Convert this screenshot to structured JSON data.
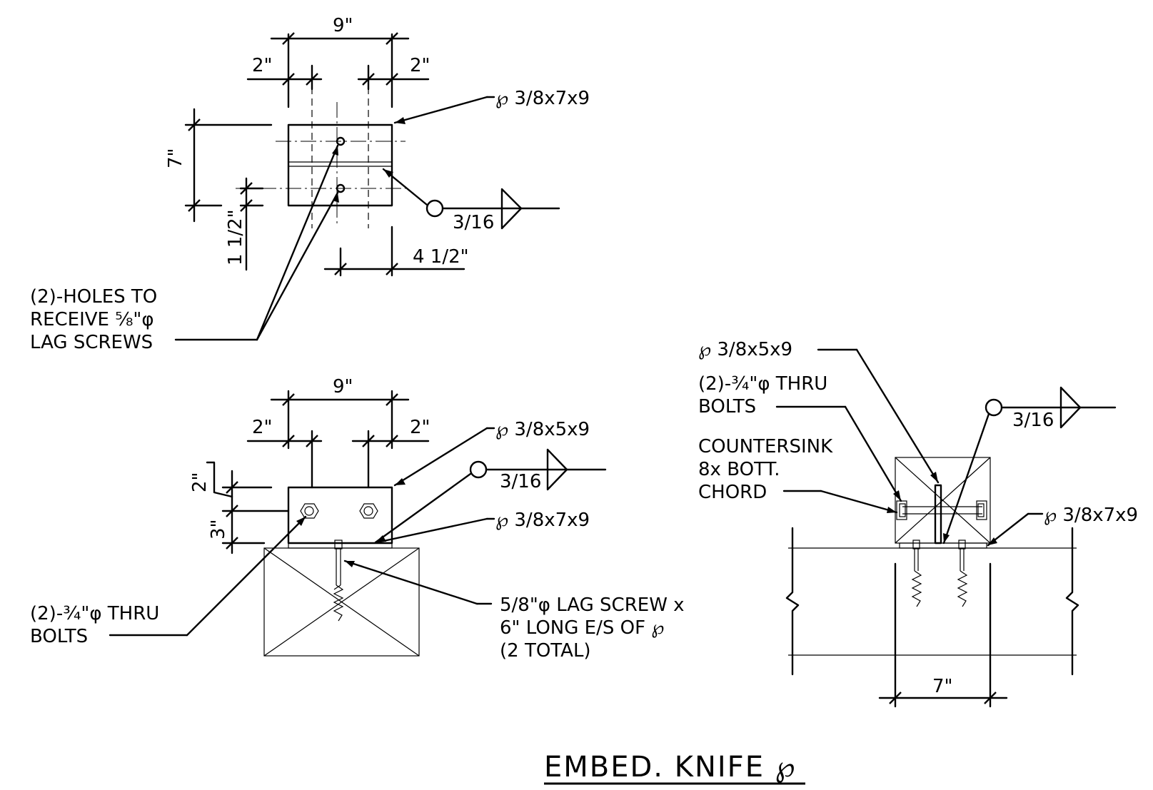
{
  "title": "EMBED. KNIFE ℘",
  "top_view": {
    "dim_overall_width": "9\"",
    "dim_left_edge": "2\"",
    "dim_right_edge": "2\"",
    "dim_height": "7\"",
    "dim_hole_edge": "1 1/2\"",
    "dim_half_width": "4 1/2\"",
    "plate_callout": "℘ 3/8x7x9",
    "weld_size": "3/16",
    "holes_note": [
      "(2)-HOLES TO",
      "RECEIVE ⅝\"φ",
      "LAG SCREWS"
    ]
  },
  "side_view": {
    "dim_overall_width": "9\"",
    "dim_left_edge": "2\"",
    "dim_right_edge": "2\"",
    "dim_top": "2\"",
    "dim_bottom": "3\"",
    "knife_plate_callout": "℘ 3/8x5x9",
    "base_plate_callout": "℘ 3/8x7x9",
    "weld_size": "3/16",
    "bolts_note": [
      "(2)-¾\"φ THRU",
      "BOLTS"
    ],
    "lag_note": [
      "5/8\"φ LAG SCREW x",
      "6\" LONG E/S OF ℘",
      "(2 TOTAL)"
    ]
  },
  "end_view": {
    "knife_plate_callout": "℘ 3/8x5x9",
    "bolts_note": [
      "(2)-¾\"φ THRU",
      "BOLTS"
    ],
    "countersink_note": [
      "COUNTERSINK",
      "8x BOTT.",
      "CHORD"
    ],
    "base_plate_callout": "℘ 3/8x7x9",
    "weld_size": "3/16",
    "dim_width": "7\""
  }
}
